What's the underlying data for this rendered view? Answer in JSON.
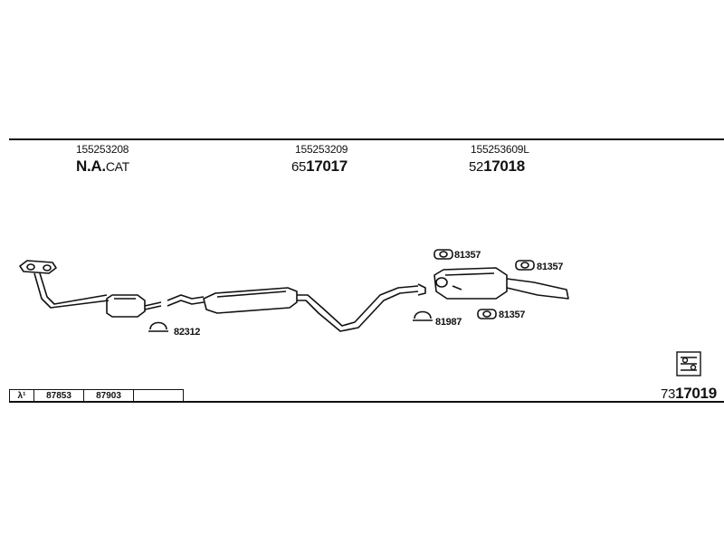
{
  "sections": [
    {
      "part_number": "155253208",
      "code_main": "N.A.",
      "code_suffix": "CAT"
    },
    {
      "part_number": "155253209",
      "code_prefix": "65",
      "code_main": "17017"
    },
    {
      "part_number": "155253609L",
      "code_prefix": "52",
      "code_main": "17018"
    }
  ],
  "callouts": {
    "clamp_front": "82312",
    "clamp_rear": "81987",
    "hanger_top_left": "81357",
    "hanger_top_right": "81357",
    "hanger_bottom": "81357"
  },
  "lambda_table": {
    "symbol": "λ¹",
    "cells": [
      "87853",
      "87903",
      ""
    ]
  },
  "kit": {
    "code_prefix": "73",
    "code_main": "17019"
  },
  "icons": [
    "front-pipe-icon",
    "catalytic-converter-icon",
    "middle-silencer-icon",
    "rear-silencer-icon",
    "clamp-icon",
    "hanger-icon",
    "mounting-kit-icon"
  ]
}
